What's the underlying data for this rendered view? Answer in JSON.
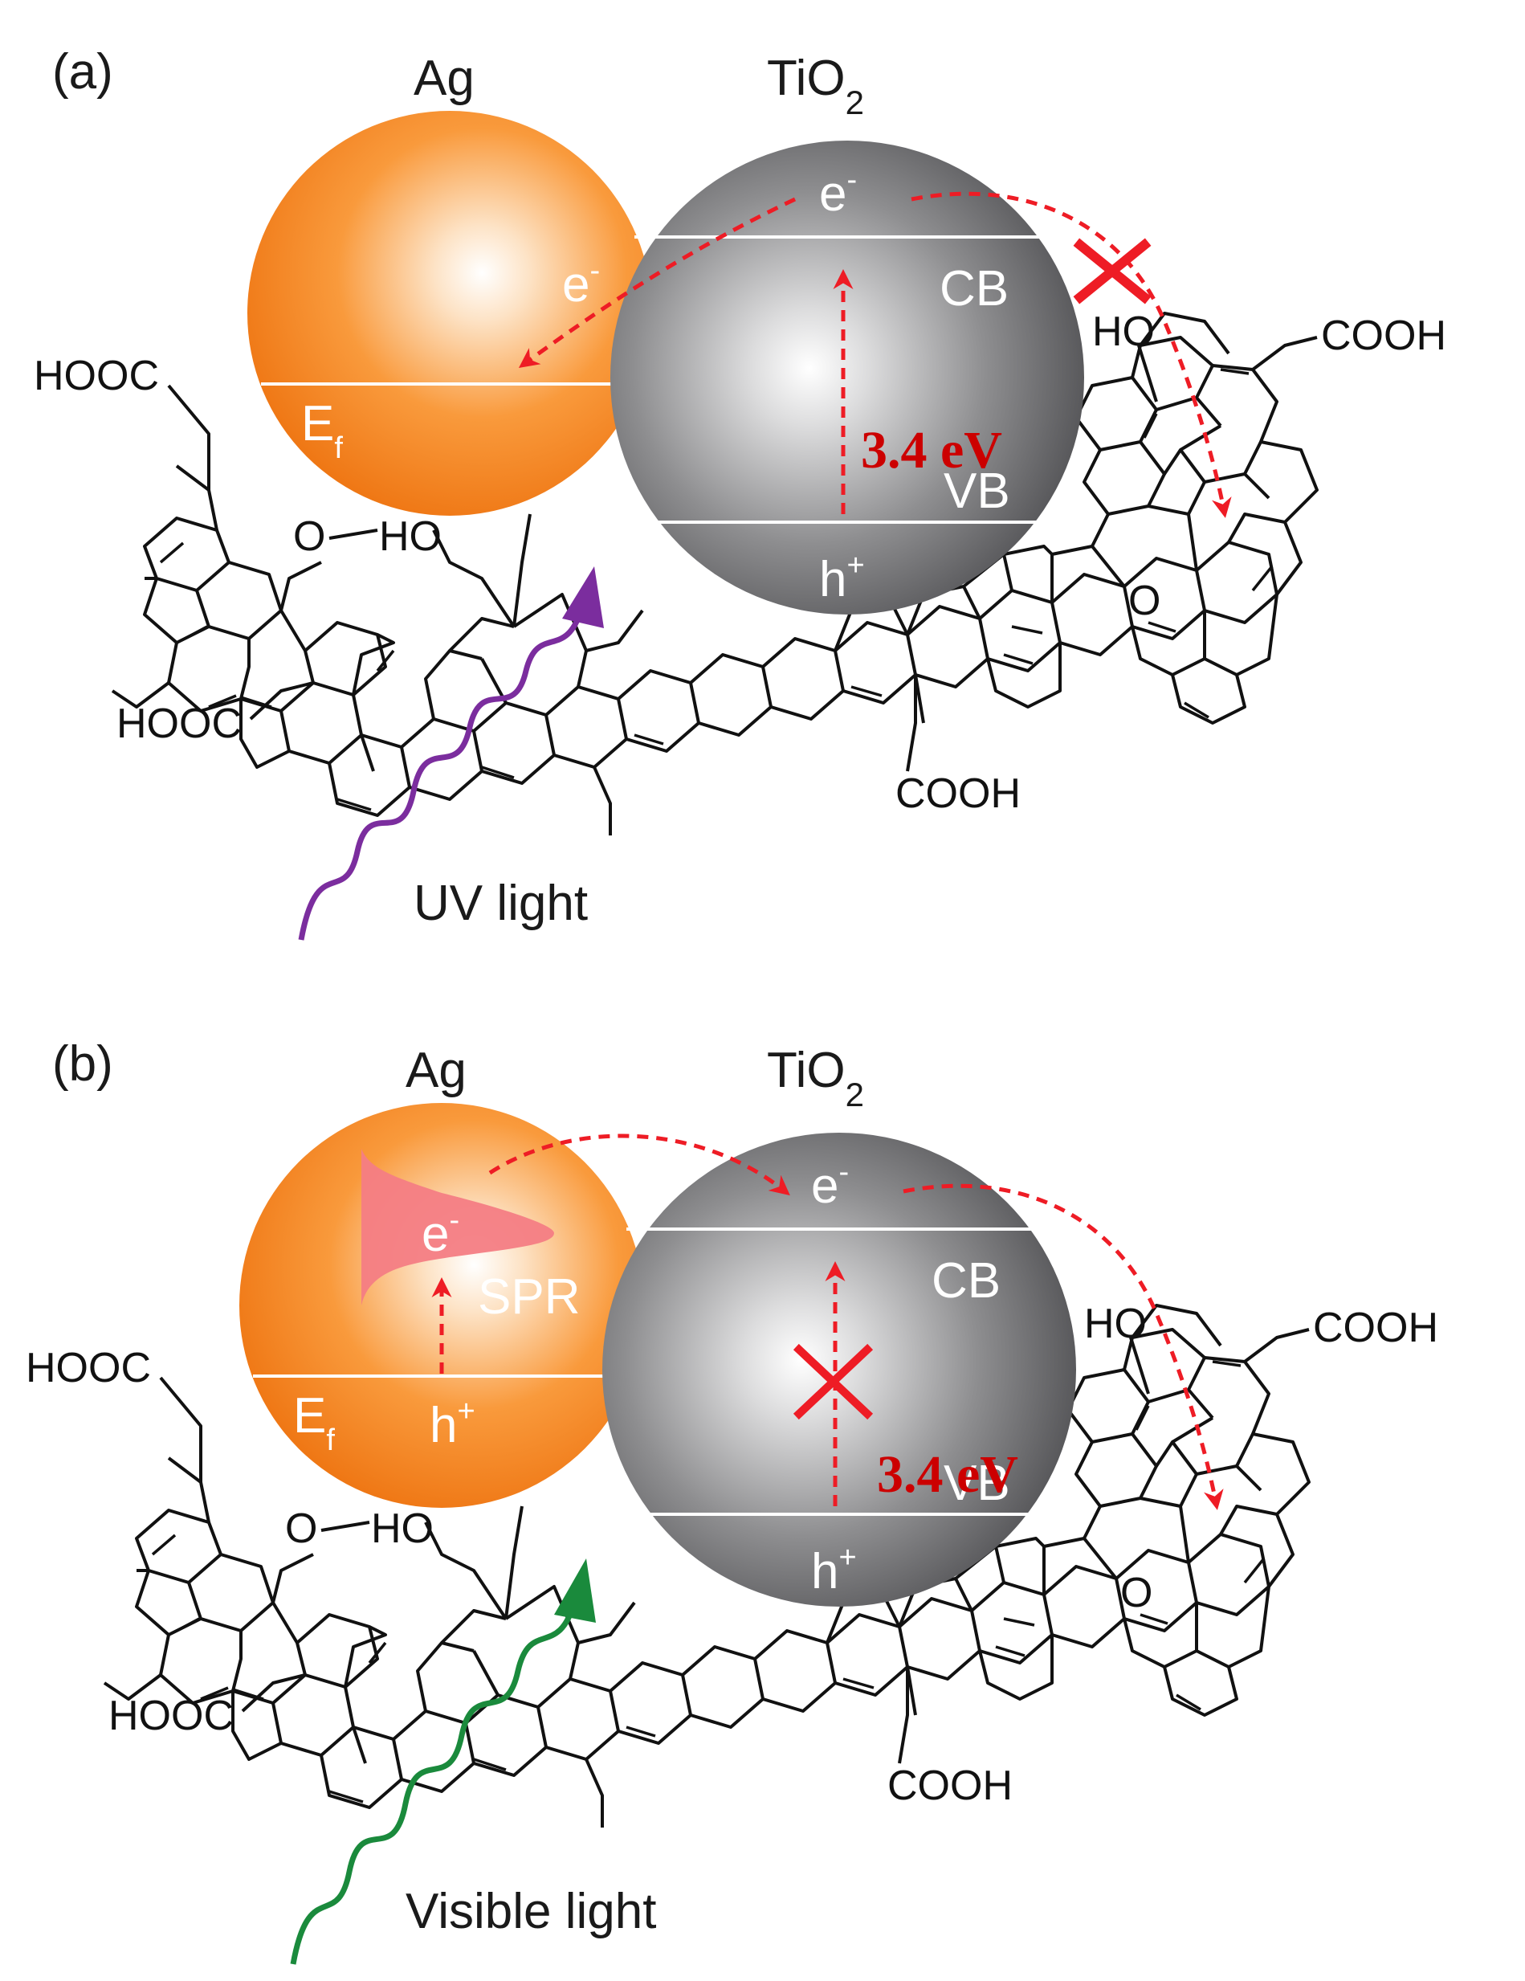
{
  "panels": [
    {
      "id": "a",
      "panel_label": "(a)",
      "metal": "Ag",
      "semiconductor": "TiO",
      "semiconductor_sub": "2",
      "electron": "e",
      "minus": "-",
      "hole": "h",
      "plus": "+",
      "cb": "CB",
      "vb": "VB",
      "fermi": "E",
      "fermi_sub": "f",
      "gap": "3.4 eV",
      "light": "UV light",
      "light_color": "#7b2d9e",
      "groups": {
        "hooc_top": "HOOC",
        "hooc_bottom": "HOOC",
        "cooh_right": "COOH",
        "cooh_bottom": "COOH",
        "ho_right": "HO",
        "ho_left": "HO",
        "o_left": "O",
        "o_right": "O"
      }
    },
    {
      "id": "b",
      "panel_label": "(b)",
      "metal": "Ag",
      "semiconductor": "TiO",
      "semiconductor_sub": "2",
      "electron": "e",
      "minus": "-",
      "hole": "h",
      "plus": "+",
      "cb": "CB",
      "vb": "VB",
      "fermi": "E",
      "fermi_sub": "f",
      "spr": "SPR",
      "gap": "3.4 eV",
      "light": "Visible light",
      "light_color": "#1a8a3c",
      "groups": {
        "hooc_top": "HOOC",
        "hooc_bottom": "HOOC",
        "cooh_right": "COOH",
        "cooh_bottom": "COOH",
        "ho_right": "HO",
        "ho_left": "HO",
        "o_left": "O",
        "o_right": "O"
      }
    }
  ],
  "colors": {
    "ag": "#f5841f",
    "tio2": "#6e6e70",
    "arrow": "#ee1c25",
    "gap_text": "#cc0000",
    "spr_fill": "#f47d84"
  }
}
